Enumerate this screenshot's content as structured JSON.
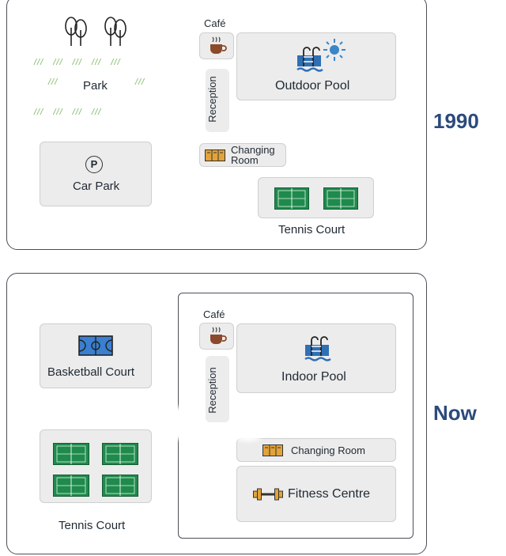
{
  "maps": [
    {
      "year": "1990",
      "areas": {
        "park": "Park",
        "car_park": "Car Park",
        "cafe": "Café",
        "reception": "Reception",
        "outdoor_pool": "Outdoor Pool",
        "changing_room_line1": "Changing",
        "changing_room_line2": "Room",
        "tennis_court": "Tennis Court"
      },
      "car_park_symbol": "P"
    },
    {
      "year": "Now",
      "areas": {
        "basketball_court": "Basketball Court",
        "tennis_court": "Tennis Court",
        "cafe": "Café",
        "reception": "Reception",
        "indoor_pool": "Indoor Pool",
        "changing_room": "Changing Room",
        "fitness_centre": "Fitness Centre"
      }
    }
  ],
  "icons": {
    "trees": "tree-icon",
    "grass": "grass-icon",
    "parking": "parking-icon",
    "coffee": "coffee-cup-icon",
    "pool": "pool-ladder-icon",
    "sun": "sun-icon",
    "lockers": "locker-icon",
    "tennis": "tennis-court-icon",
    "basketball": "basketball-court-icon",
    "dumbbell": "dumbbell-icon"
  },
  "colors": {
    "year_label": "#2c4a7c",
    "court_green": "#1f8a4c",
    "pool_blue": "#2f6fb5",
    "sun_blue": "#3a86c8",
    "locker_orange": "#e1a33a",
    "coffee_brown": "#8b4a2b",
    "grass_green": "#7bb661"
  }
}
